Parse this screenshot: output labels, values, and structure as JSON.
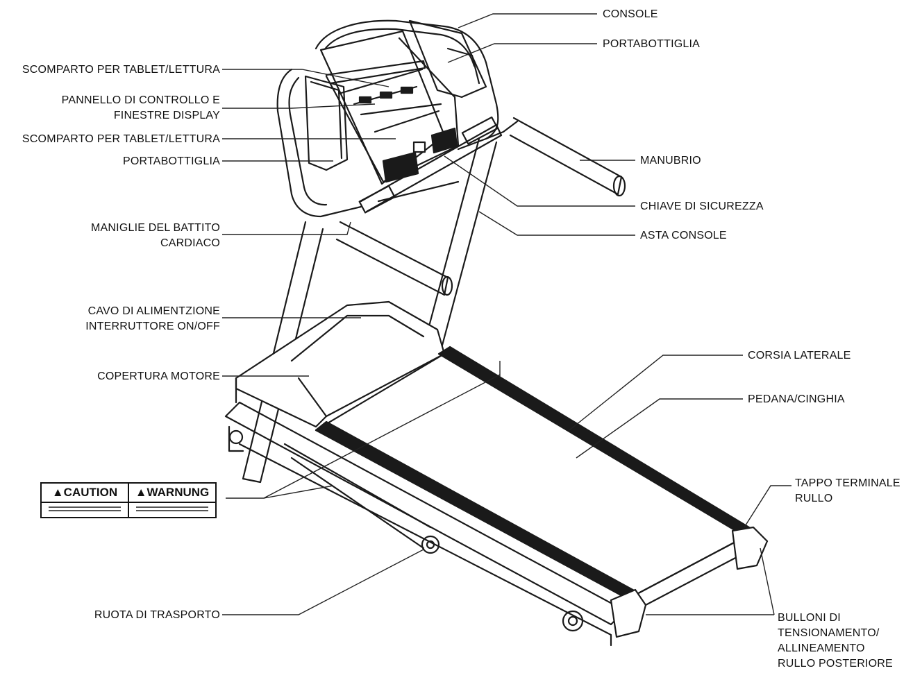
{
  "labels": {
    "console": "CONSOLE",
    "bottle_holder_top": "PORTABOTTIGLIA",
    "tablet_top": "SCOMPARTO PER TABLET/LETTURA",
    "control_panel_1": "PANNELLO DI CONTROLLO E",
    "control_panel_2": "FINESTRE DISPLAY",
    "tablet_bottom": "SCOMPARTO PER TABLET/LETTURA",
    "bottle_holder_left": "PORTABOTTIGLIA",
    "handlebar": "MANUBRIO",
    "safety_key": "CHIAVE DI SICUREZZA",
    "console_mast": "ASTA CONSOLE",
    "heart_rate_1": "MANIGLIE DEL BATTITO",
    "heart_rate_2": "CARDIACO",
    "power_cord_1": "CAVO DI ALIMENTZIONE",
    "power_cord_2": "INTERRUTTORE ON/OFF",
    "motor_cover": "COPERTURA MOTORE",
    "side_rail": "CORSIA LATERALE",
    "deck_belt": "PEDANA/CINGHIA",
    "end_cap_1": "TAPPO TERMINALE",
    "end_cap_2": "RULLO",
    "transport_wheel": "RUOTA DI TRASPORTO",
    "tension_bolts_1": "BULLONI DI",
    "tension_bolts_2": "TENSIONAMENTO/",
    "tension_bolts_3": "ALLINEAMENTO",
    "tension_bolts_4": "RULLO POSTERIORE"
  },
  "warning_sign": {
    "caution": "▲CAUTION",
    "warnung": "▲WARNUNG"
  }
}
